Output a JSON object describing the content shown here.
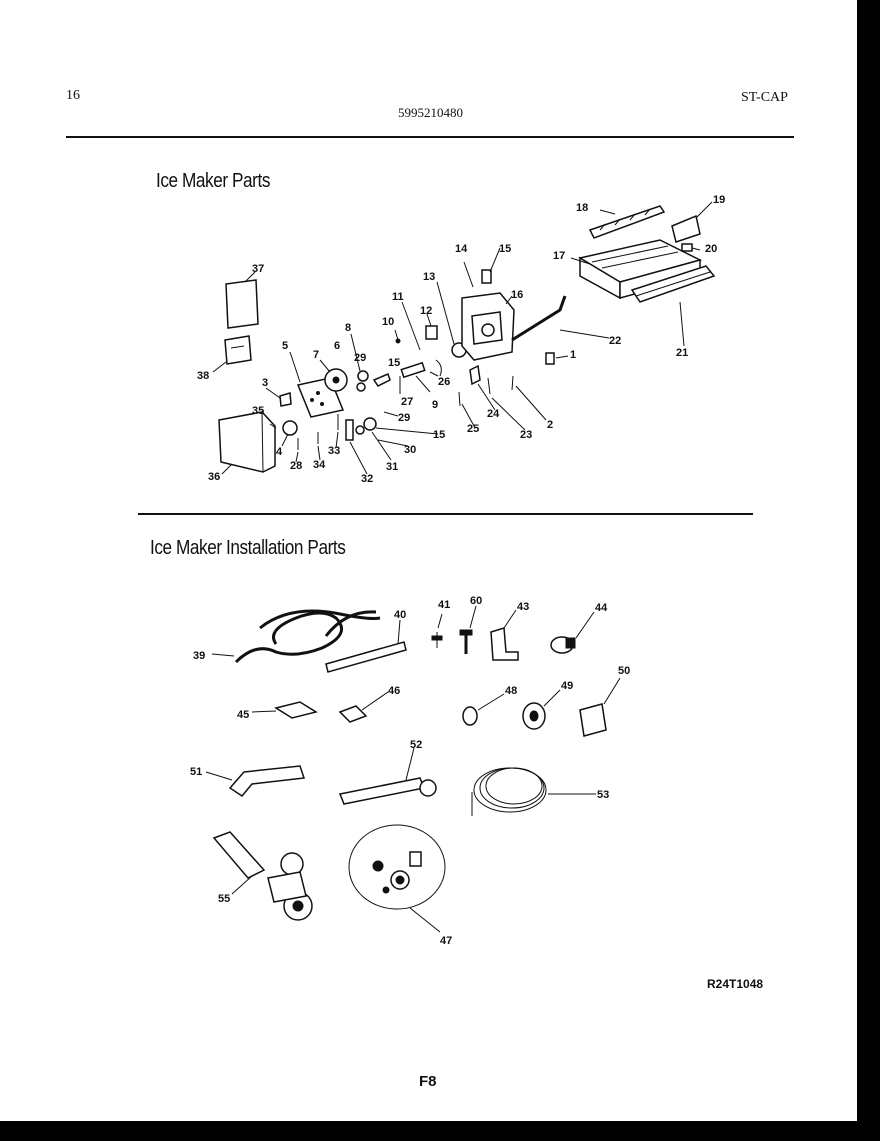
{
  "header": {
    "page_number": "16",
    "model_number": "5995210480",
    "code": "ST-CAP"
  },
  "sections": {
    "ice_maker_parts": "Ice Maker Parts",
    "installation_parts": "Ice Maker Installation Parts"
  },
  "callouts": [
    "1",
    "2",
    "3",
    "4",
    "5",
    "6",
    "7",
    "8",
    "9",
    "10",
    "11",
    "12",
    "13",
    "14",
    "15",
    "16",
    "17",
    "18",
    "19",
    "20",
    "21",
    "22",
    "23",
    "24",
    "25",
    "26",
    "27",
    "28",
    "29",
    "30",
    "31",
    "32",
    "33",
    "34",
    "35",
    "36",
    "37",
    "38",
    "39",
    "40",
    "41",
    "43",
    "44",
    "45",
    "46",
    "47",
    "48",
    "49",
    "50",
    "51",
    "52",
    "53",
    "55",
    "60"
  ],
  "footer": {
    "reference": "R24T1048",
    "page_code": "F8"
  }
}
